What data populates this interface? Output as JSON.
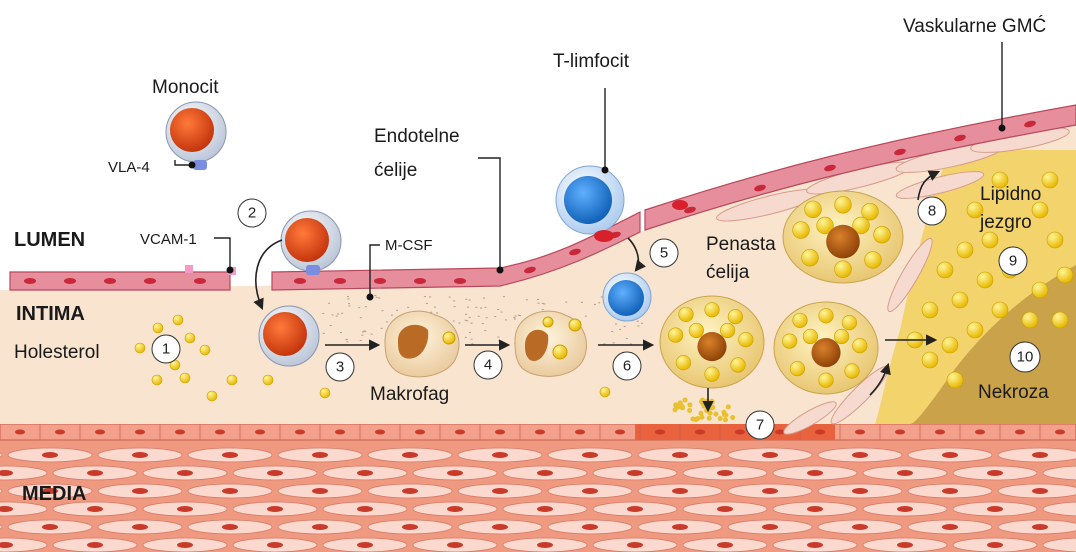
{
  "labels": {
    "monocit": "Monocit",
    "vla4": "VLA-4",
    "vcam1": "VCAM-1",
    "lumen": "LUMEN",
    "intima": "INTIMA",
    "media": "MEDIA",
    "holesterol": "Holesterol",
    "mcsf": "M-CSF",
    "endotelne_1": "Endotelne",
    "endotelne_2": "ćelije",
    "tlimfocit": "T-limfocit",
    "vaskularne": "Vaskularne GMĆ",
    "penasta_1": "Penasta",
    "penasta_2": "ćelija",
    "lipidno_1": "Lipidno",
    "lipidno_2": "jezgro",
    "makrofag": "Makrofag",
    "nekroza": "Nekroza"
  },
  "steps": [
    "1",
    "2",
    "3",
    "4",
    "5",
    "6",
    "7",
    "8",
    "9",
    "10"
  ],
  "colors": {
    "endothelium": "#e07a8a",
    "intima": "#f8e4cf",
    "media": "#ef9a80",
    "cholesterol": "#f5d21a",
    "monocyte_nucleus": "#e2551c",
    "tcell": "#2e86d6",
    "necrosis": "#c9a24a"
  }
}
